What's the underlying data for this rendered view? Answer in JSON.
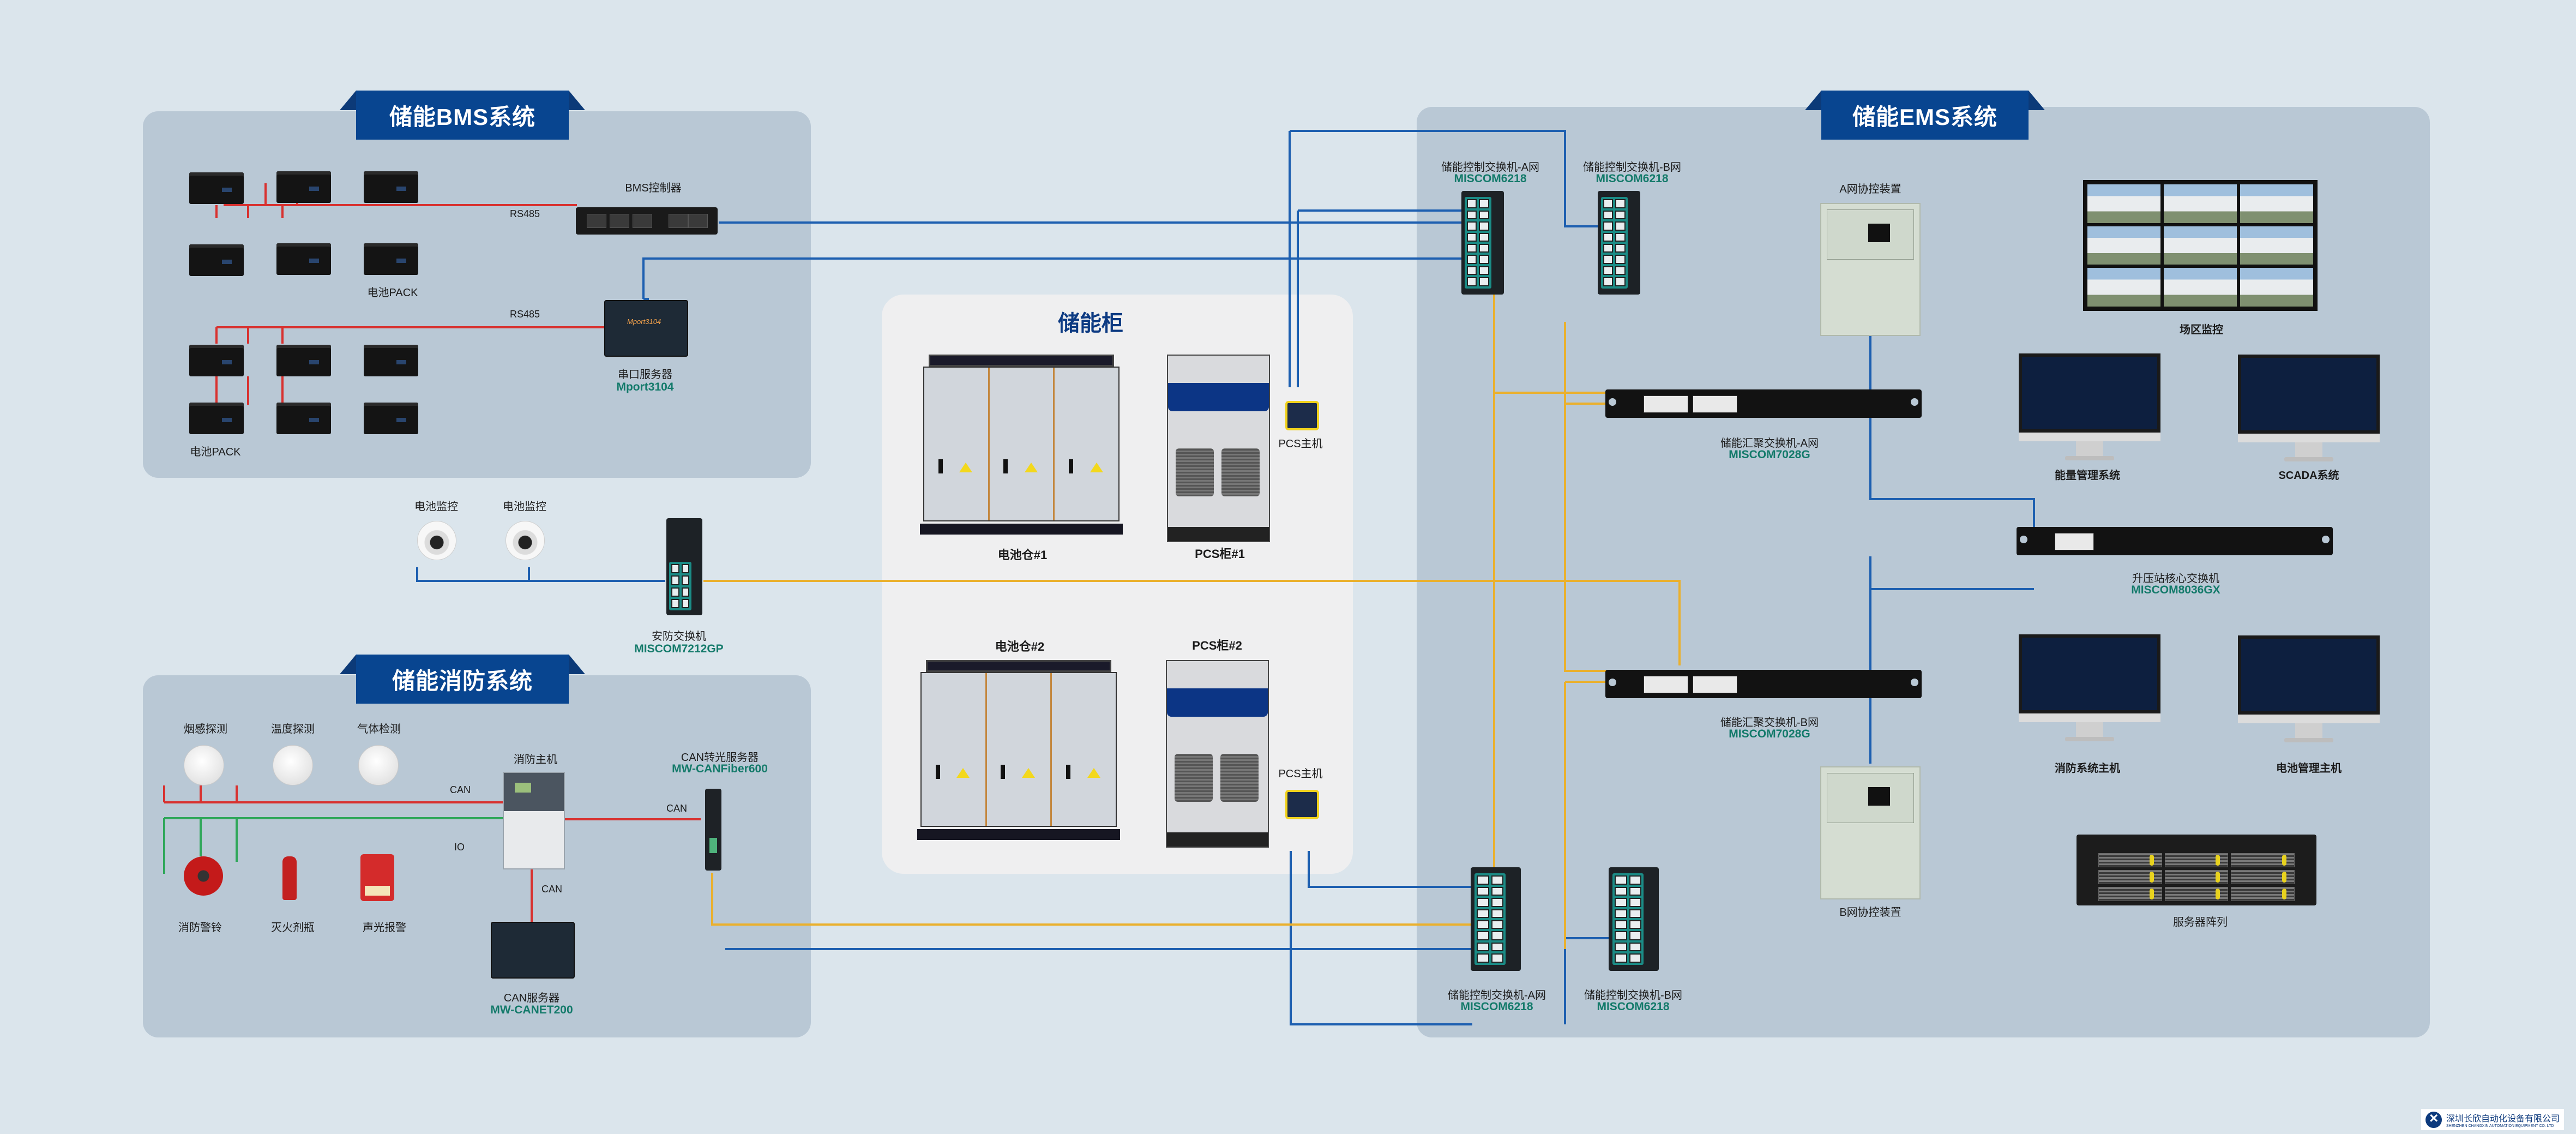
{
  "colors": {
    "background": "#dbe5ec",
    "panel": "#b9c8d5",
    "cabinet_panel": "#efeff0",
    "header_tab": "#084590",
    "model_text": "#137a6a",
    "wire_rs485_can": "#d8312f",
    "wire_io": "#2fa75a",
    "wire_ethernet": "#1d5fb0",
    "wire_fiber": "#eab02d"
  },
  "sections": {
    "bms": {
      "title": "储能BMS系统"
    },
    "fire": {
      "title": "储能消防系统"
    },
    "ems": {
      "title": "储能EMS系统"
    },
    "cabinet": {
      "title": "储能柜"
    }
  },
  "bms": {
    "pack_label": "电池PACK",
    "bus_label_1": "RS485",
    "bus_label_2": "RS485",
    "controller": {
      "name": "BMS控制器"
    },
    "serial_server": {
      "name": "串口服务器",
      "model": "Mport3104",
      "screen_text": "Mport3104"
    }
  },
  "security": {
    "cameras": [
      {
        "name": "电池监控"
      },
      {
        "name": "电池监控"
      }
    ],
    "switch": {
      "name": "安防交换机",
      "model": "MISCOM7212GP"
    }
  },
  "fire": {
    "detectors": [
      {
        "name": "烟感探测"
      },
      {
        "name": "温度探测"
      },
      {
        "name": "气体检测"
      }
    ],
    "actuators": [
      {
        "name": "消防警铃"
      },
      {
        "name": "灭火剂瓶"
      },
      {
        "name": "声光报警"
      }
    ],
    "host": {
      "name": "消防主机"
    },
    "can_fiber": {
      "name": "CAN转光服务器",
      "model": "MW-CANFiber600"
    },
    "can_server": {
      "name": "CAN服务器",
      "model": "MW-CANET200"
    },
    "wire_labels": {
      "can_detectors": "CAN",
      "io": "IO",
      "can_fiber": "CAN",
      "can_server": "CAN"
    }
  },
  "cabinet": {
    "battery_1": {
      "name": "电池仓#1"
    },
    "pcs_1": {
      "name": "PCS柜#1"
    },
    "battery_2": {
      "name": "电池仓#2"
    },
    "pcs_2": {
      "name": "PCS柜#2"
    },
    "pcs_host_1": {
      "name": "PCS主机"
    },
    "pcs_host_2": {
      "name": "PCS主机"
    }
  },
  "ems": {
    "ctrl_switch_a_top": {
      "name": "储能控制交换机-A网",
      "model": "MISCOM6218"
    },
    "ctrl_switch_b_top": {
      "name": "储能控制交换机-B网",
      "model": "MISCOM6218"
    },
    "ctrl_switch_a_bottom": {
      "name": "储能控制交换机-A网",
      "model": "MISCOM6218"
    },
    "ctrl_switch_b_bottom": {
      "name": "储能控制交换机-B网",
      "model": "MISCOM6218"
    },
    "agg_switch_a": {
      "name": "储能汇聚交换机-A网",
      "model": "MISCOM7028G"
    },
    "agg_switch_b": {
      "name": "储能汇聚交换机-B网",
      "model": "MISCOM7028G"
    },
    "core_switch": {
      "name": "升压站核心交换机",
      "model": "MISCOM8036GX"
    },
    "coord_a": {
      "name": "A网协控装置"
    },
    "coord_b": {
      "name": "B网协控装置"
    },
    "site_monitor": {
      "name": "场区监控"
    },
    "energy_mgmt": {
      "name": "能量管理系统"
    },
    "scada": {
      "name": "SCADA系统"
    },
    "fire_host": {
      "name": "消防系统主机"
    },
    "battery_host": {
      "name": "电池管理主机"
    },
    "server_array": {
      "name": "服务器阵列"
    }
  },
  "footer": {
    "company_cn": "深圳长欣自动化设备有限公司",
    "company_en": "SHENZHEN CHANGXIN AUTOMATION EQUIPMENT CO. LTD"
  }
}
